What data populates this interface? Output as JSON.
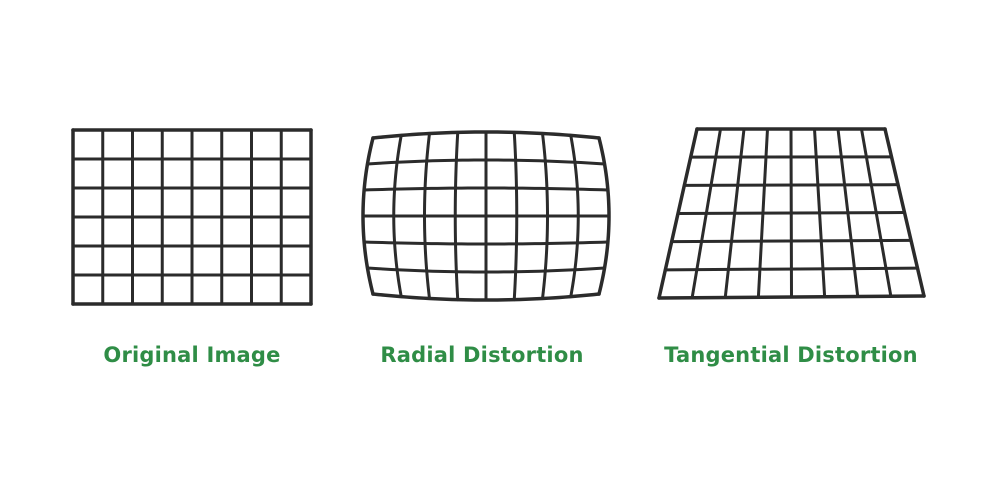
{
  "colors": {
    "background": "#ffffff",
    "grid_line": "#2b2b2b",
    "caption": "#2f8d46"
  },
  "panels": {
    "original": {
      "caption": "Original Image",
      "columns": 8,
      "rows": 6
    },
    "radial": {
      "caption": "Radial Distortion",
      "columns": 8,
      "rows": 6
    },
    "tangential": {
      "caption": "Tangential Distortion",
      "columns": 8,
      "rows": 6
    }
  }
}
